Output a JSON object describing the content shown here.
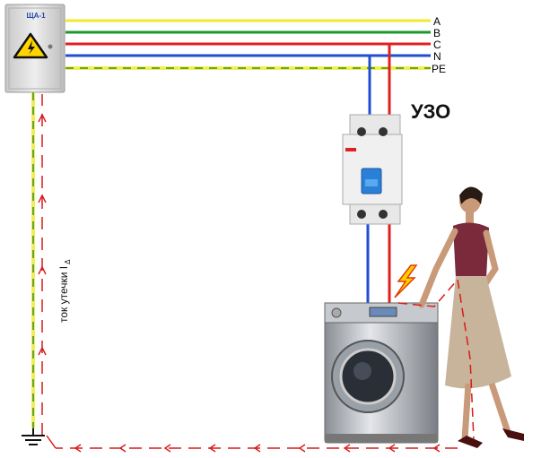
{
  "panel": {
    "label": "ЩА-1"
  },
  "lines": [
    {
      "label": "A",
      "color": "#f2ea2a"
    },
    {
      "label": "B",
      "color": "#1a9a2a"
    },
    {
      "label": "C",
      "color": "#e0201e"
    },
    {
      "label": "N",
      "color": "#1f4fd0"
    },
    {
      "label": "PE",
      "color": "#e8e84a"
    }
  ],
  "rcd": {
    "label": "УЗО"
  },
  "leakage": {
    "label": "ток утечки I",
    "subscript": "Δ"
  },
  "colors": {
    "leak": "#d91a1a",
    "pe_dash": "#3a8a2a"
  }
}
